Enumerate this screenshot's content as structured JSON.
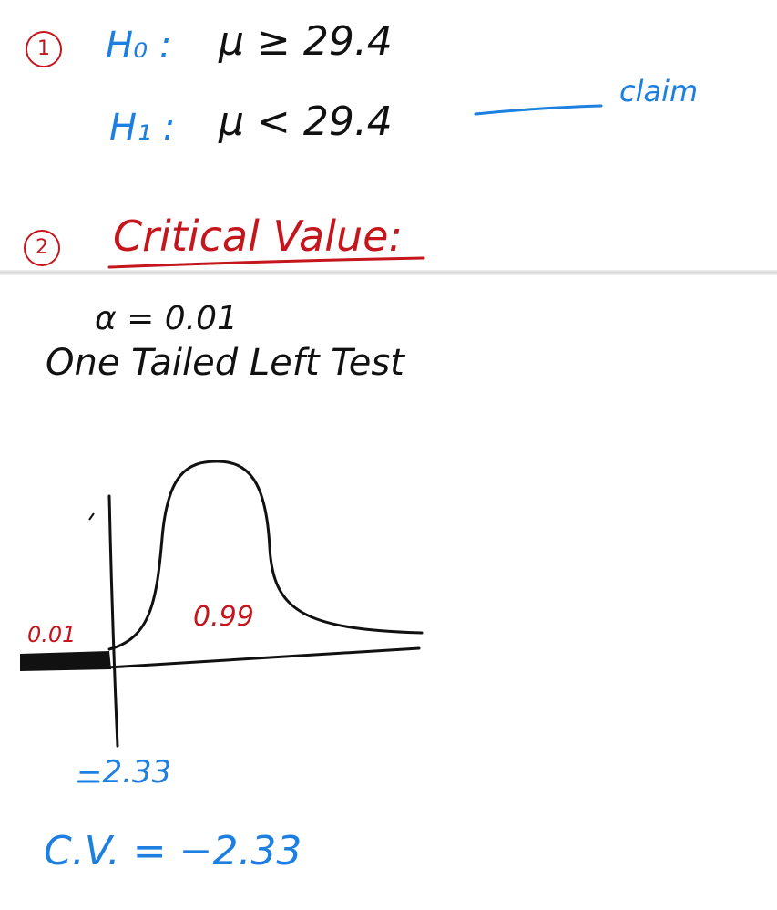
{
  "step1": {
    "number": "1",
    "h0_label": "H₀ :",
    "h0_statement": "μ ≥ 29.4",
    "h1_label": "H₁ :",
    "h1_statement": "μ < 29.4",
    "h1_note": "claim"
  },
  "step2": {
    "number": "2",
    "title": "Critical Value:"
  },
  "work": {
    "alpha": "α = 0.01",
    "test_type": "One Tailed Left Test",
    "tail_area": "0.01",
    "body_area": "0.99",
    "critical_tick": "−2.33",
    "result": "C.V. = −2.33"
  },
  "colors": {
    "red_ink": "#c4161c",
    "blue_ink": "#1d7fe0",
    "black_ink": "#111111"
  }
}
